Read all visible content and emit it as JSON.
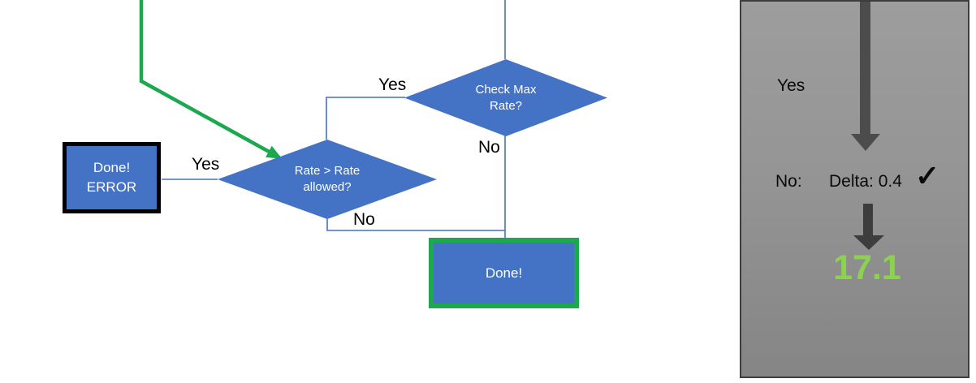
{
  "flowchart": {
    "check_max_diamond": {
      "line1": "Check Max",
      "line2": "Rate?"
    },
    "rate_diamond": {
      "line1": "Rate > Rate",
      "line2": "allowed?"
    },
    "done_error_box": {
      "line1": "Done!",
      "line2": "ERROR"
    },
    "done_box": {
      "label": "Done!"
    },
    "check_max_yes_label": "Yes",
    "check_max_no_label": "No",
    "rate_yes_label": "Yes",
    "rate_no_label": "No"
  },
  "side_panel": {
    "yes_label": "Yes",
    "no_label": "No:",
    "delta_value": "Delta: 0.4",
    "check_icon": "✓",
    "result_value": "17.1"
  },
  "colors": {
    "node_blue": "#4472C4",
    "flow_green": "#1CA84E",
    "result_green": "#8BD34F",
    "panel_gray_top": "#9d9d9d",
    "panel_gray_bottom": "#858585",
    "arrow_gray": "#4c4c4c",
    "arrow_dark_gray": "#3d3d3d",
    "error_border": "#000000"
  }
}
